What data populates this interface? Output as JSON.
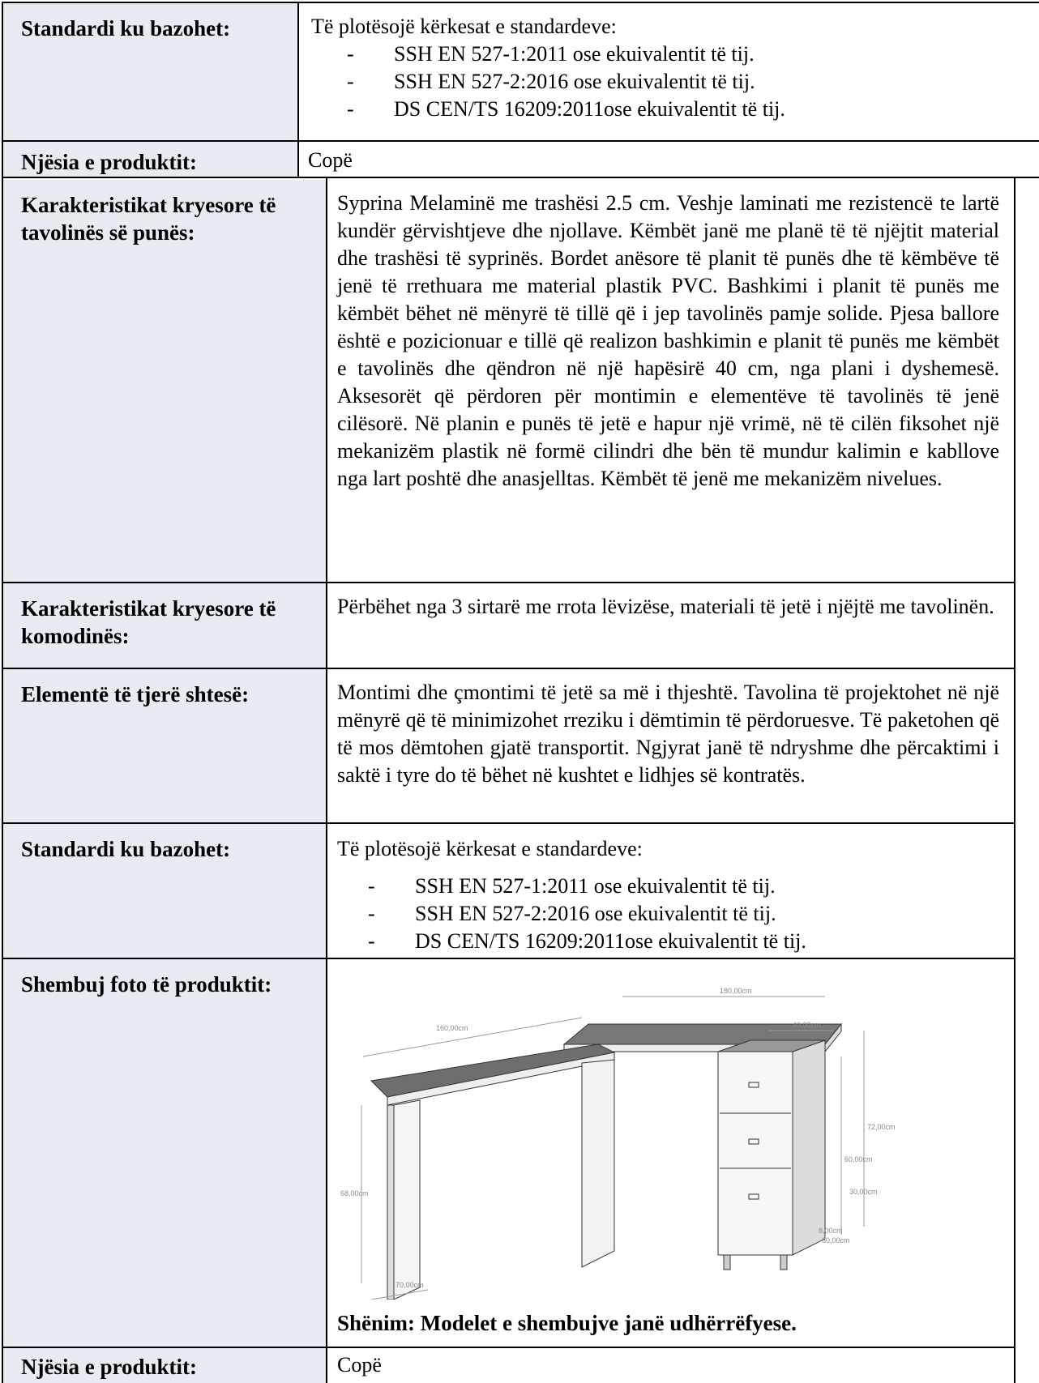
{
  "section1": {
    "standard_label": "Standardi  ku bazohet:",
    "standard_intro": "Të plotësojë kërkesat e standardeve:",
    "standards": [
      "SSH EN 527-1:2011  ose ekuivalentit të tij.",
      "SSH EN 527-2:2016  ose ekuivalentit të tij.",
      "DS CEN/TS 16209:2011ose ekuivalentit të tij."
    ],
    "unit_label": "Njësia e produktit:",
    "unit_value": "Copë"
  },
  "section2": {
    "desk_label": "Karakteristikat kryesore të tavolinës së punës:",
    "desk_text": "Syprina Melaminë me trashësi 2.5 cm.  Veshje laminati me rezistencë te lartë kundër gërvishtjeve dhe njollave. Këmbët janë me planë të të njëjtit material dhe trashësi të syprinës. Bordet anësore të planit të punës dhe të këmbëve të jenë të rrethuara me material plastik PVC. Bashkimi i planit të punës me këmbët bëhet në mënyrë të tillë që i jep tavolinës pamje solide. Pjesa ballore është e pozicionuar e tillë që realizon bashkimin e planit të punës me këmbët e tavolinës dhe qëndron në një hapësirë 40 cm, nga plani i dyshemesë. Aksesorët që përdoren për montimin e elementëve të tavolinës të jenë cilësorë. Në planin e punës të jetë e hapur një vrimë, në të cilën fiksohet një mekanizëm plastik në formë cilindri dhe bën të mundur kalimin e kabllove nga lart poshtë dhe anasjelltas. Këmbët të jenë me mekanizëm nivelues.",
    "drawer_label": "Karakteristikat kryesore të komodinës:",
    "drawer_text": "Përbëhet nga 3 sirtarë me rrota lëvizëse, materiali të jetë i njëjtë me tavolinën.",
    "extras_label": "Elementë të tjerë shtesë:",
    "extras_text": "Montimi dhe çmontimi të jetë sa më i thjeshtë. Tavolina të projektohet në një mënyrë që të minimizohet rreziku i dëmtimin të përdoruesve. Të paketohen që të mos dëmtohen gjatë transportit. Ngjyrat janë të ndryshme dhe përcaktimi i saktë i tyre do të bëhet në kushtet e lidhjes së kontratës.",
    "standard_label": "Standardi  ku bazohet:",
    "standard_intro": "Të plotësojë kërkesat e standardeve:",
    "standards": [
      "SSH EN 527-1:2011  ose ekuivalentit të tij.",
      "SSH EN 527-2:2016  ose ekuivalentit të tij.",
      "DS CEN/TS 16209:2011ose ekuivalentit të tij."
    ],
    "photo_label": "Shembuj foto të produktit:",
    "photo_dims": {
      "top_width": "180,00cm",
      "desk_length": "160,00cm",
      "depth": "40,00cm",
      "height_total": "72,00cm",
      "cabinet_height": "60,00cm",
      "drawer": "30,00cm",
      "foot": "8,00cm",
      "cabinet_depth": "60,00cm",
      "leg_height": "68,00cm",
      "leg_depth": "70,00cm"
    },
    "note": "Shënim: Modelet e shembujve janë udhërrëfyese.",
    "unit_label": "Njësia e produktit:",
    "unit_value": "Copë"
  }
}
